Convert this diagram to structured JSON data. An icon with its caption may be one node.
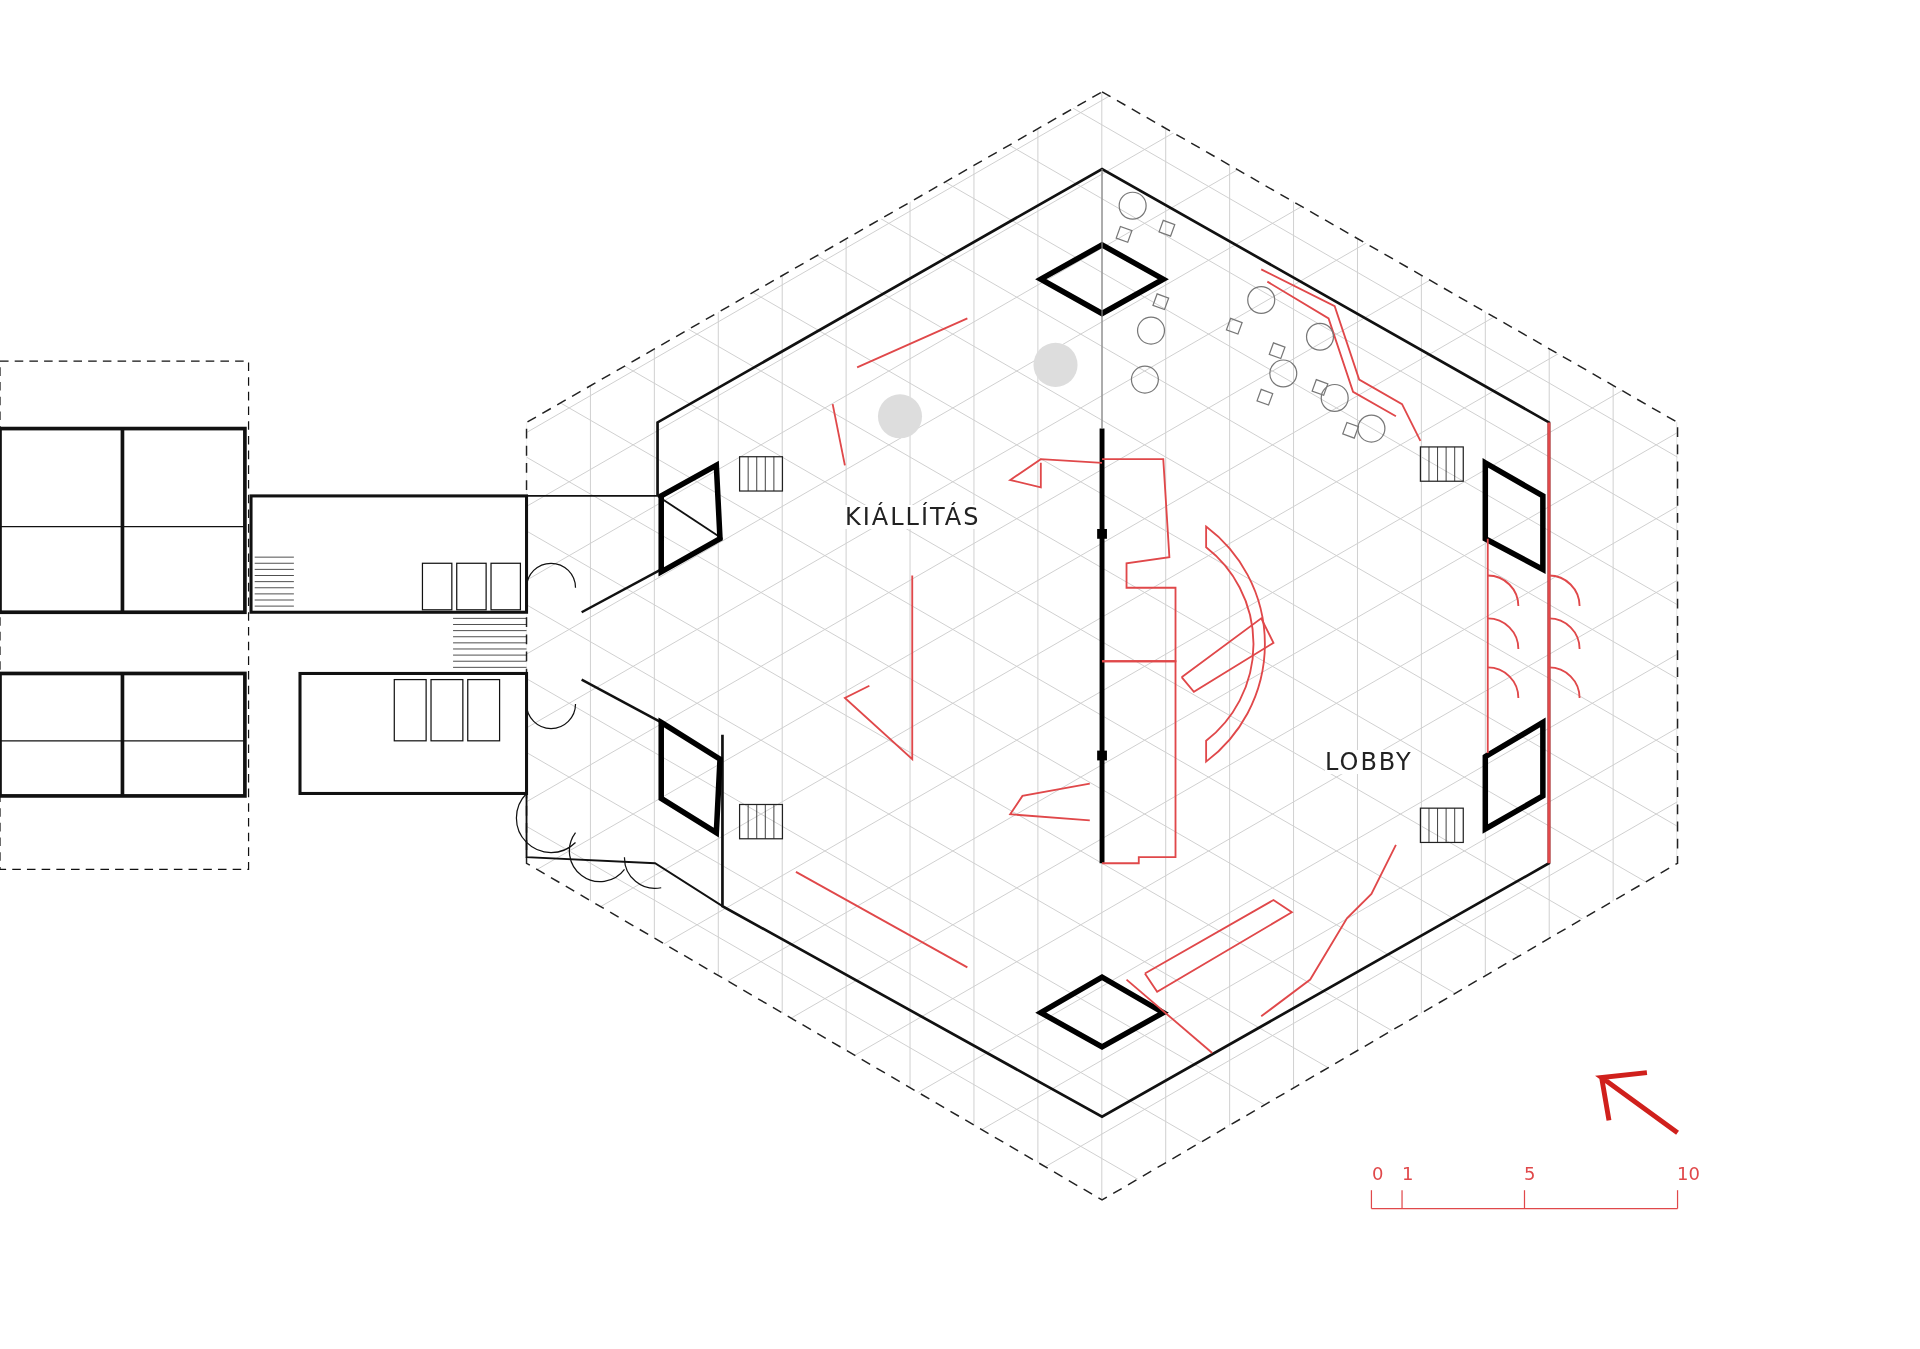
{
  "diagram": {
    "labels": [
      "KIÁLLÍTÁS",
      "LOBBY",
      "0",
      "1",
      "5",
      "10"
    ]
  }
}
